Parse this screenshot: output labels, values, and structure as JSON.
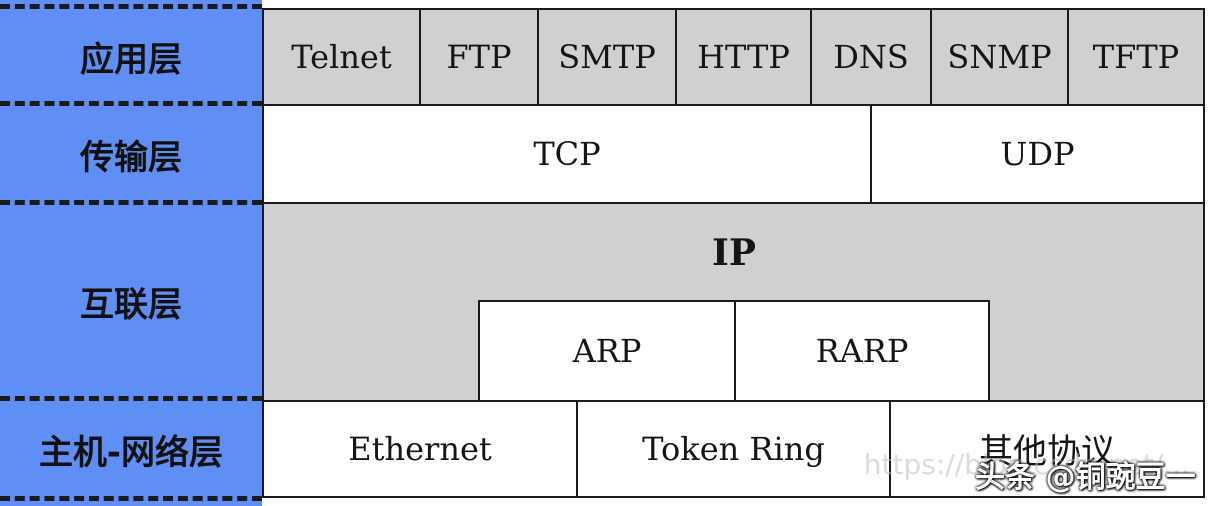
{
  "layers": {
    "application": "应用层",
    "transport": "传输层",
    "internet": "互联层",
    "host_network": "主机-网络层"
  },
  "application_protocols": [
    "Telnet",
    "FTP",
    "SMTP",
    "HTTP",
    "DNS",
    "SNMP",
    "TFTP"
  ],
  "transport_protocols": [
    "TCP",
    "UDP"
  ],
  "internet": {
    "main": "IP",
    "sub": [
      "ARP",
      "RARP"
    ]
  },
  "host_network_protocols": [
    "Ethernet",
    "Token Ring",
    "其他协议"
  ],
  "watermark": "https://blog.csdn.net/...",
  "brand": "头条 @铜豌豆一",
  "colors": {
    "layer_column": "#5f8ff5",
    "gray_cell": "#d0d0d0",
    "white_cell": "#ffffff",
    "border": "#1a1a1a"
  }
}
